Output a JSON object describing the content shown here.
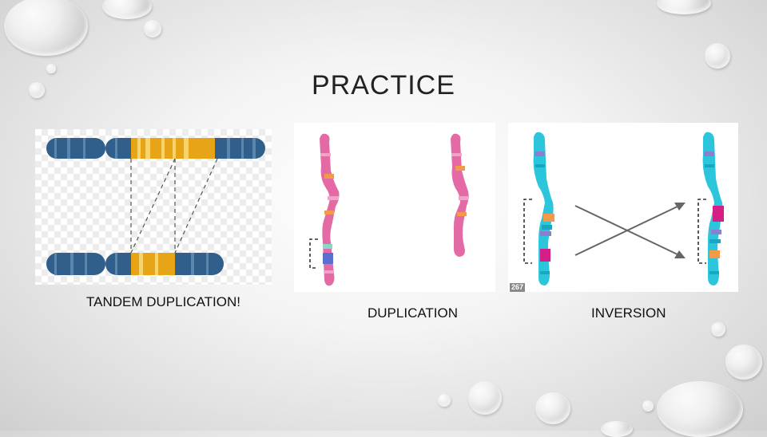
{
  "slide": {
    "title": "PRACTICE"
  },
  "panels": [
    {
      "id": "tandem",
      "caption": "TANDEM DUPLICATION!"
    },
    {
      "id": "duplication",
      "caption": "DUPLICATION"
    },
    {
      "id": "inversion",
      "caption": "INVERSION",
      "figure_number": "267"
    }
  ],
  "colors": {
    "chromosome_blue": "#2f5f8a",
    "band_gold": "#e8a417",
    "chromosome_pink": "#e46aa6",
    "chromosome_cyan": "#2cc6dc",
    "band_orange": "#f39a4a",
    "band_magenta": "#d41f86",
    "band_purple": "#8b7fd0",
    "arrow_gray": "#666666"
  },
  "icons": [
    "water-drop-decoration",
    "bracket-icon",
    "crossing-arrows-icon"
  ]
}
